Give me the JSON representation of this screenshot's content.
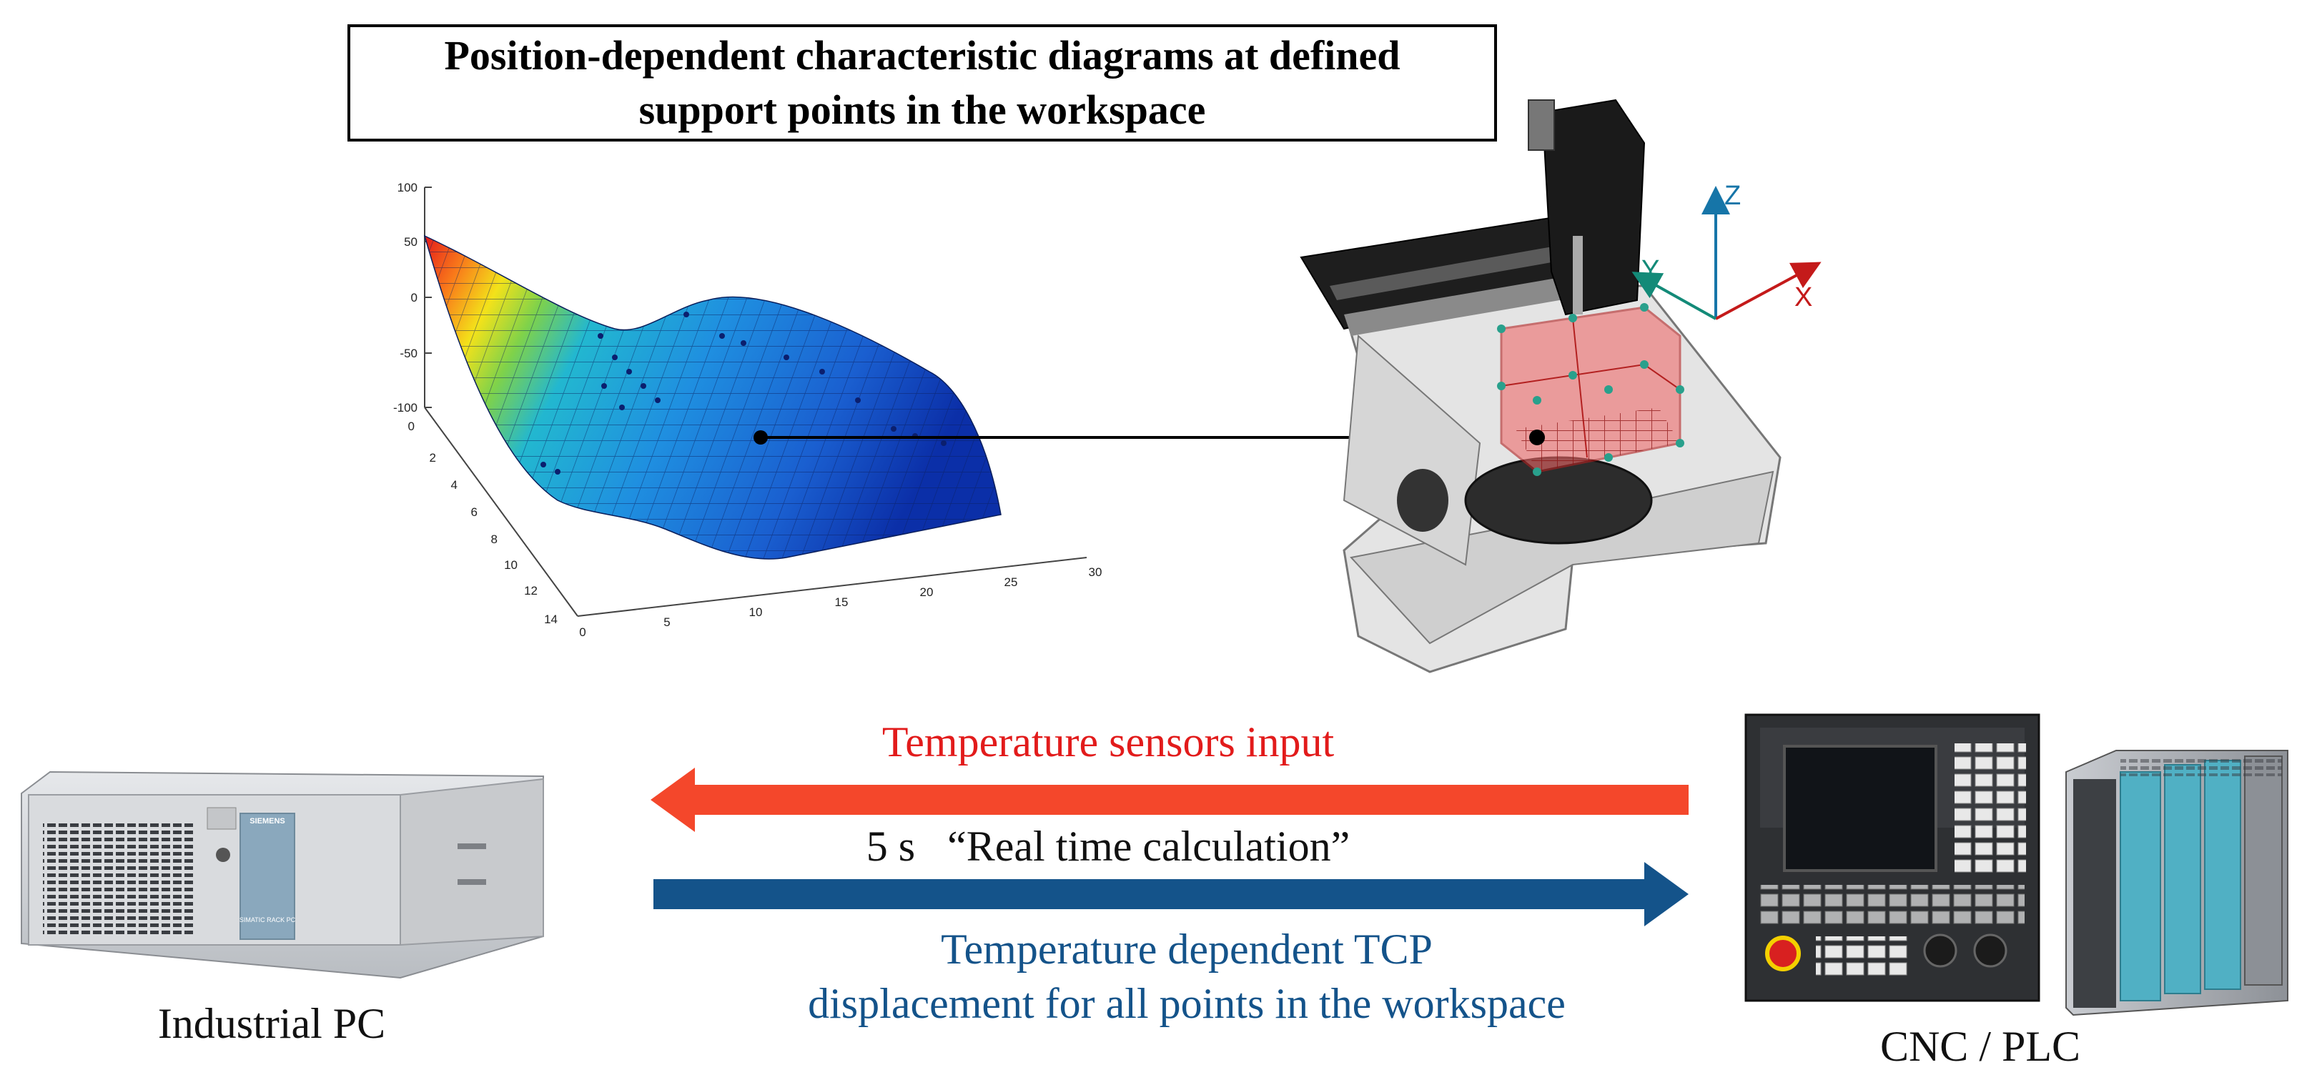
{
  "title": {
    "line1": "Position-dependent characteristic diagrams at defined",
    "line2": "support points in the workspace"
  },
  "surface_plot": {
    "z_ticks": [
      "100",
      "50",
      "0",
      "-50",
      "-100"
    ],
    "y_ticks": [
      "0",
      "2",
      "4",
      "6",
      "8",
      "10",
      "12",
      "14"
    ],
    "x_ticks": [
      "0",
      "5",
      "10",
      "15",
      "20",
      "25",
      "30"
    ]
  },
  "machine": {
    "axes": {
      "z": "Z",
      "y": "Y",
      "x": "X"
    }
  },
  "flows": {
    "input_label": "Temperature sensors input",
    "calc_label": "5 s   “Real time calculation”",
    "output_line1": "Temperature dependent TCP",
    "output_line2": "displacement for all points in the workspace"
  },
  "devices": {
    "pc_label": "Industrial PC",
    "pc_brand": "SIEMENS",
    "pc_model": "SIMATIC RACK PC",
    "cnc_label": "CNC / PLC"
  },
  "colors": {
    "input_arrow": "#f4472b",
    "output_arrow": "#14538a",
    "surface_high": "#e31a1c",
    "surface_mid": "#24a3e8",
    "surface_low": "#0b2fa8"
  }
}
